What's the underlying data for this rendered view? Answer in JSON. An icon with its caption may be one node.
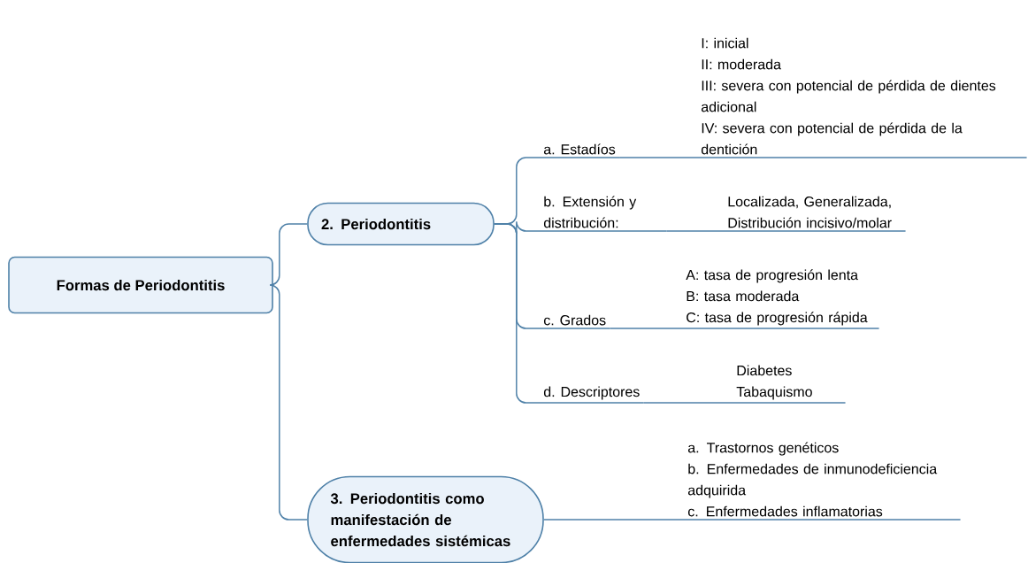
{
  "diagram": {
    "nodes": [
      {
        "text": [
          "Formas de Periodontitis"
        ]
      },
      {
        "text": [
          "2. Periodontitis"
        ]
      },
      {
        "text": [
          "3. Periodontitis como manifestación de enfermedades sistémicas"
        ]
      },
      {
        "text": [
          "a. Estadíos"
        ]
      },
      {
        "text": [
          "I: inicial",
          "II: moderada",
          "III: severa con potencial de pérdida de dientes adicional",
          "IV: severa con potencial de pérdida de la dentición"
        ]
      },
      {
        "text": [
          "b. Extensión y distribución:"
        ]
      },
      {
        "text": [
          "Localizada, Generalizada, Distribución incisivo/molar"
        ]
      },
      {
        "text": [
          "c. Grados"
        ]
      },
      {
        "text": [
          "A: tasa de progresión lenta",
          "B: tasa moderada",
          "C: tasa de progresión rápida"
        ]
      },
      {
        "text": [
          "d. Descriptores"
        ]
      },
      {
        "text": [
          "Diabetes",
          "Tabaquismo"
        ]
      },
      {
        "text": [
          "a. Trastornos genéticos",
          "b. Enfermedades de inmunodeficiencia adquirida",
          "c. Enfermedades inflamatorias"
        ]
      }
    ],
    "edges": [
      {
        "from": 0,
        "to": 1,
        "arrow": "none"
      },
      {
        "from": 0,
        "to": 2,
        "arrow": "none"
      },
      {
        "from": 1,
        "to": 3,
        "arrow": "none"
      },
      {
        "from": 1,
        "to": 5,
        "arrow": "none"
      },
      {
        "from": 1,
        "to": 7,
        "arrow": "none"
      },
      {
        "from": 1,
        "to": 9,
        "arrow": "none"
      },
      {
        "from": 3,
        "to": 4,
        "arrow": "none"
      },
      {
        "from": 5,
        "to": 6,
        "arrow": "none"
      },
      {
        "from": 7,
        "to": 8,
        "arrow": "none"
      },
      {
        "from": 9,
        "to": 10,
        "arrow": "none"
      },
      {
        "from": 2,
        "to": 11,
        "arrow": "none"
      }
    ]
  }
}
